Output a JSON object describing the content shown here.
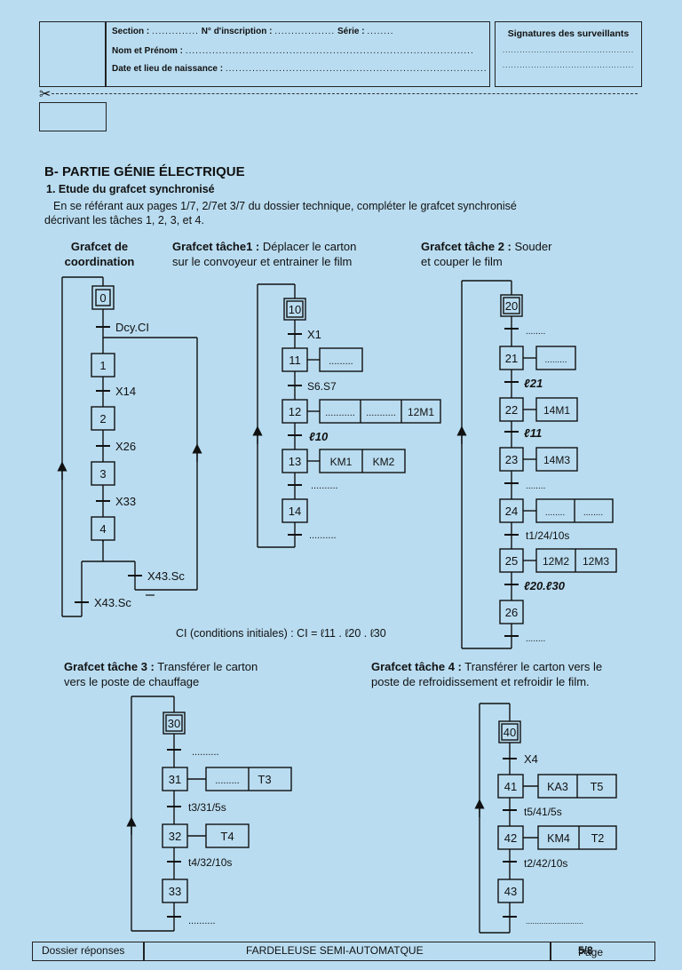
{
  "header": {
    "section_label": "Section :",
    "section_dots": "..............",
    "inscription_label": "N° d'inscription :",
    "inscription_dots": "..................",
    "serie_label": "Série :",
    "serie_dots": "........",
    "name_label": "Nom et Prénom :",
    "name_dots": "......................................................................................",
    "birth_label": "Date et lieu de naissance :",
    "birth_dots": "..............................................................................",
    "signatures_label": "Signatures des surveillants",
    "sig_dots_1": "..............................................",
    "sig_dots_2": ".............................................."
  },
  "section_title": "B- PARTIE GÉNIE ÉLECTRIQUE",
  "subtitle": "1. Etude du grafcet synchronisé",
  "instruction_line1": "En se référant aux pages 1/7, 2/7et 3/7 du dossier technique, compléter le grafcet synchronisé",
  "instruction_line2": "décrivant les tâches 1, 2, 3, et 4.",
  "headings": {
    "coord": [
      "Grafcet de",
      "coordination"
    ],
    "t1_bold": "Grafcet tâche1 :",
    "t1_rest": " Déplacer le carton",
    "t1_line2": "sur le convoyeur et entrainer le film",
    "t2_bold": "Grafcet tâche 2 :",
    "t2_rest": "  Souder",
    "t2_line2": "et couper le film",
    "t3_bold": "Grafcet tâche 3 :",
    "t3_rest": " Transférer le carton",
    "t3_line2": "vers le poste de chauffage",
    "t4_bold": "Grafcet tâche 4 :",
    "t4_rest": " Transférer le carton vers le",
    "t4_line2": "poste de refroidissement et refroidir le film."
  },
  "coord": {
    "steps": [
      "0",
      "1",
      "2",
      "3",
      "4"
    ],
    "transitions": [
      "Dcy.CI",
      "X14",
      "X26",
      "X33",
      "X43.Sc",
      "X43.Sc"
    ]
  },
  "task1": {
    "steps": [
      "10",
      "11",
      "12",
      "13",
      "14"
    ],
    "transitions": [
      "X1",
      "S6.S7",
      "ℓ10",
      "..........",
      ".........."
    ],
    "actions": [
      ".........",
      "...........",
      "...........",
      "12M1",
      "KM1",
      "KM2"
    ]
  },
  "task2": {
    "steps": [
      "20",
      "21",
      "22",
      "23",
      "24",
      "25",
      "26"
    ],
    "transitions": [
      "........",
      "ℓ21",
      "ℓ11",
      "........",
      "t1/24/10s",
      "ℓ20.ℓ30",
      "........"
    ],
    "actions": [
      ".........",
      "14M1",
      "14M3",
      "........",
      "........",
      "12M2",
      "12M3"
    ]
  },
  "ci_text": "CI (conditions initiales) : CI = ℓ11 . ℓ20 . ℓ30",
  "task3": {
    "steps": [
      "30",
      "31",
      "32",
      "33"
    ],
    "transitions": [
      "..........",
      "t3/31/5s",
      "t4/32/10s",
      ".........."
    ],
    "actions": [
      ".........",
      "T3",
      "T4"
    ]
  },
  "task4": {
    "steps": [
      "40",
      "41",
      "42",
      "43"
    ],
    "transitions": [
      "X4",
      "t5/41/5s",
      "t2/42/10s",
      ".........................."
    ],
    "actions": [
      "KA3",
      "T5",
      "KM4",
      "T2"
    ]
  },
  "footer": {
    "left": "Dossier réponses",
    "center": "FARDELEUSE SEMI-AUTOMATQUE",
    "page_label": "Page",
    "page_num": "5/8"
  }
}
